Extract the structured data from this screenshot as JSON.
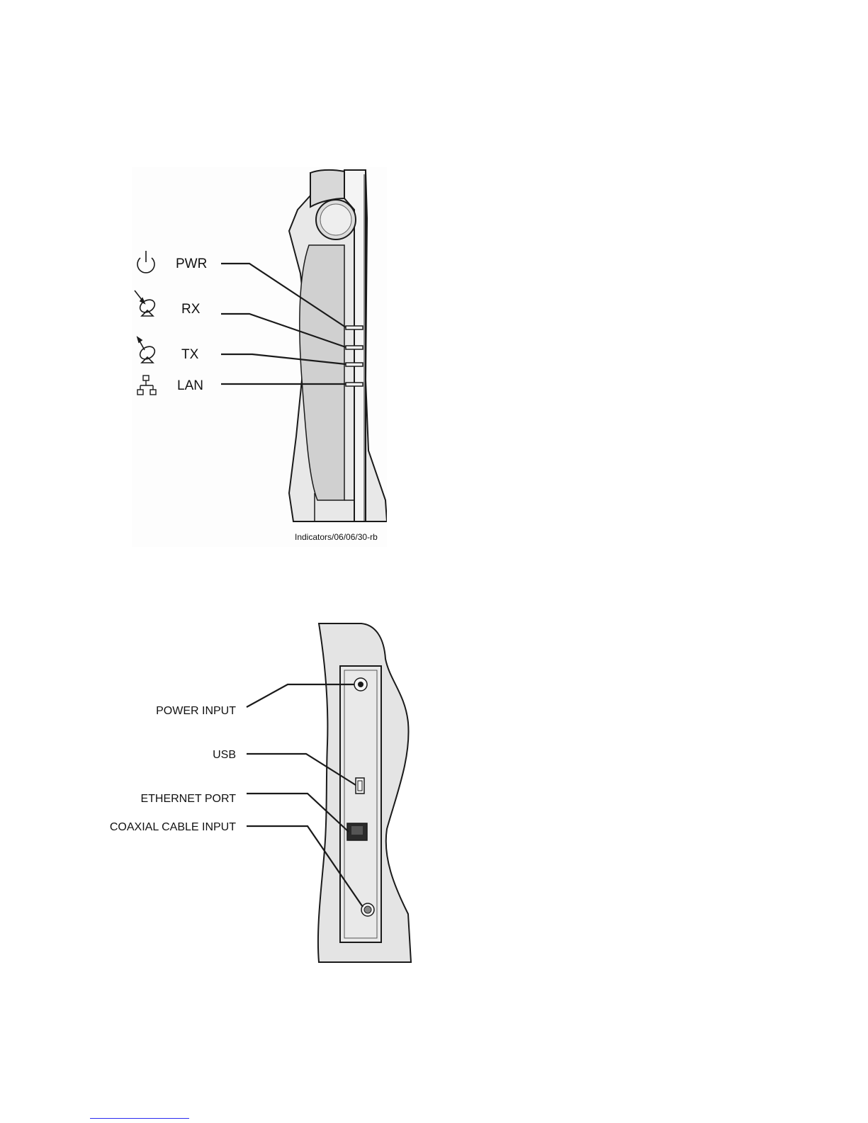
{
  "front_view": {
    "indicators": [
      {
        "label": "PWR",
        "icon": "power-icon"
      },
      {
        "label": "RX",
        "icon": "satellite-dish-receive-icon"
      },
      {
        "label": "TX",
        "icon": "satellite-dish-transmit-icon"
      },
      {
        "label": "LAN",
        "icon": "network-icon"
      }
    ],
    "caption": "Indicators/06/06/30-rb"
  },
  "back_view": {
    "ports": [
      {
        "label": "POWER INPUT"
      },
      {
        "label": "USB"
      },
      {
        "label": "ETHERNET PORT"
      },
      {
        "label": "COAXIAL CABLE INPUT"
      }
    ]
  },
  "colors": {
    "device_fill": "#e6e6e6",
    "outline": "#1a1a1a",
    "footnote_rule": "#2a2af0"
  }
}
